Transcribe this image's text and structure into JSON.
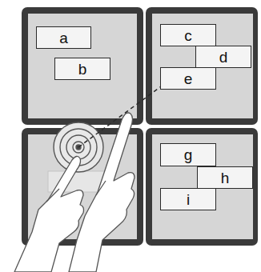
{
  "diagram": {
    "nodes": [
      {
        "text": [
          "a"
        ]
      },
      {
        "text": [
          "b"
        ]
      },
      {
        "text": [
          "c"
        ]
      },
      {
        "text": [
          "d"
        ]
      },
      {
        "text": [
          "e"
        ]
      },
      {
        "text": [
          "g"
        ]
      },
      {
        "text": [
          "h"
        ]
      },
      {
        "text": [
          "i"
        ]
      }
    ]
  }
}
